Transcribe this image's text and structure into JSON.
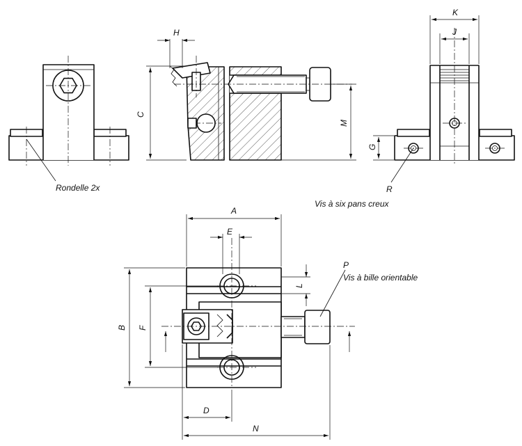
{
  "labels": {
    "rondelle": "Rondelle 2x",
    "vis_six_pans": "Vis à six pans creux",
    "vis_bille": "Vis à bille orientable"
  },
  "dimensions": {
    "A": "A",
    "B": "B",
    "C": "C",
    "D": "D",
    "E": "E",
    "F": "F",
    "G": "G",
    "H": "H",
    "J": "J",
    "K": "K",
    "L": "L",
    "M": "M",
    "N": "N",
    "P": "P",
    "R": "R"
  }
}
